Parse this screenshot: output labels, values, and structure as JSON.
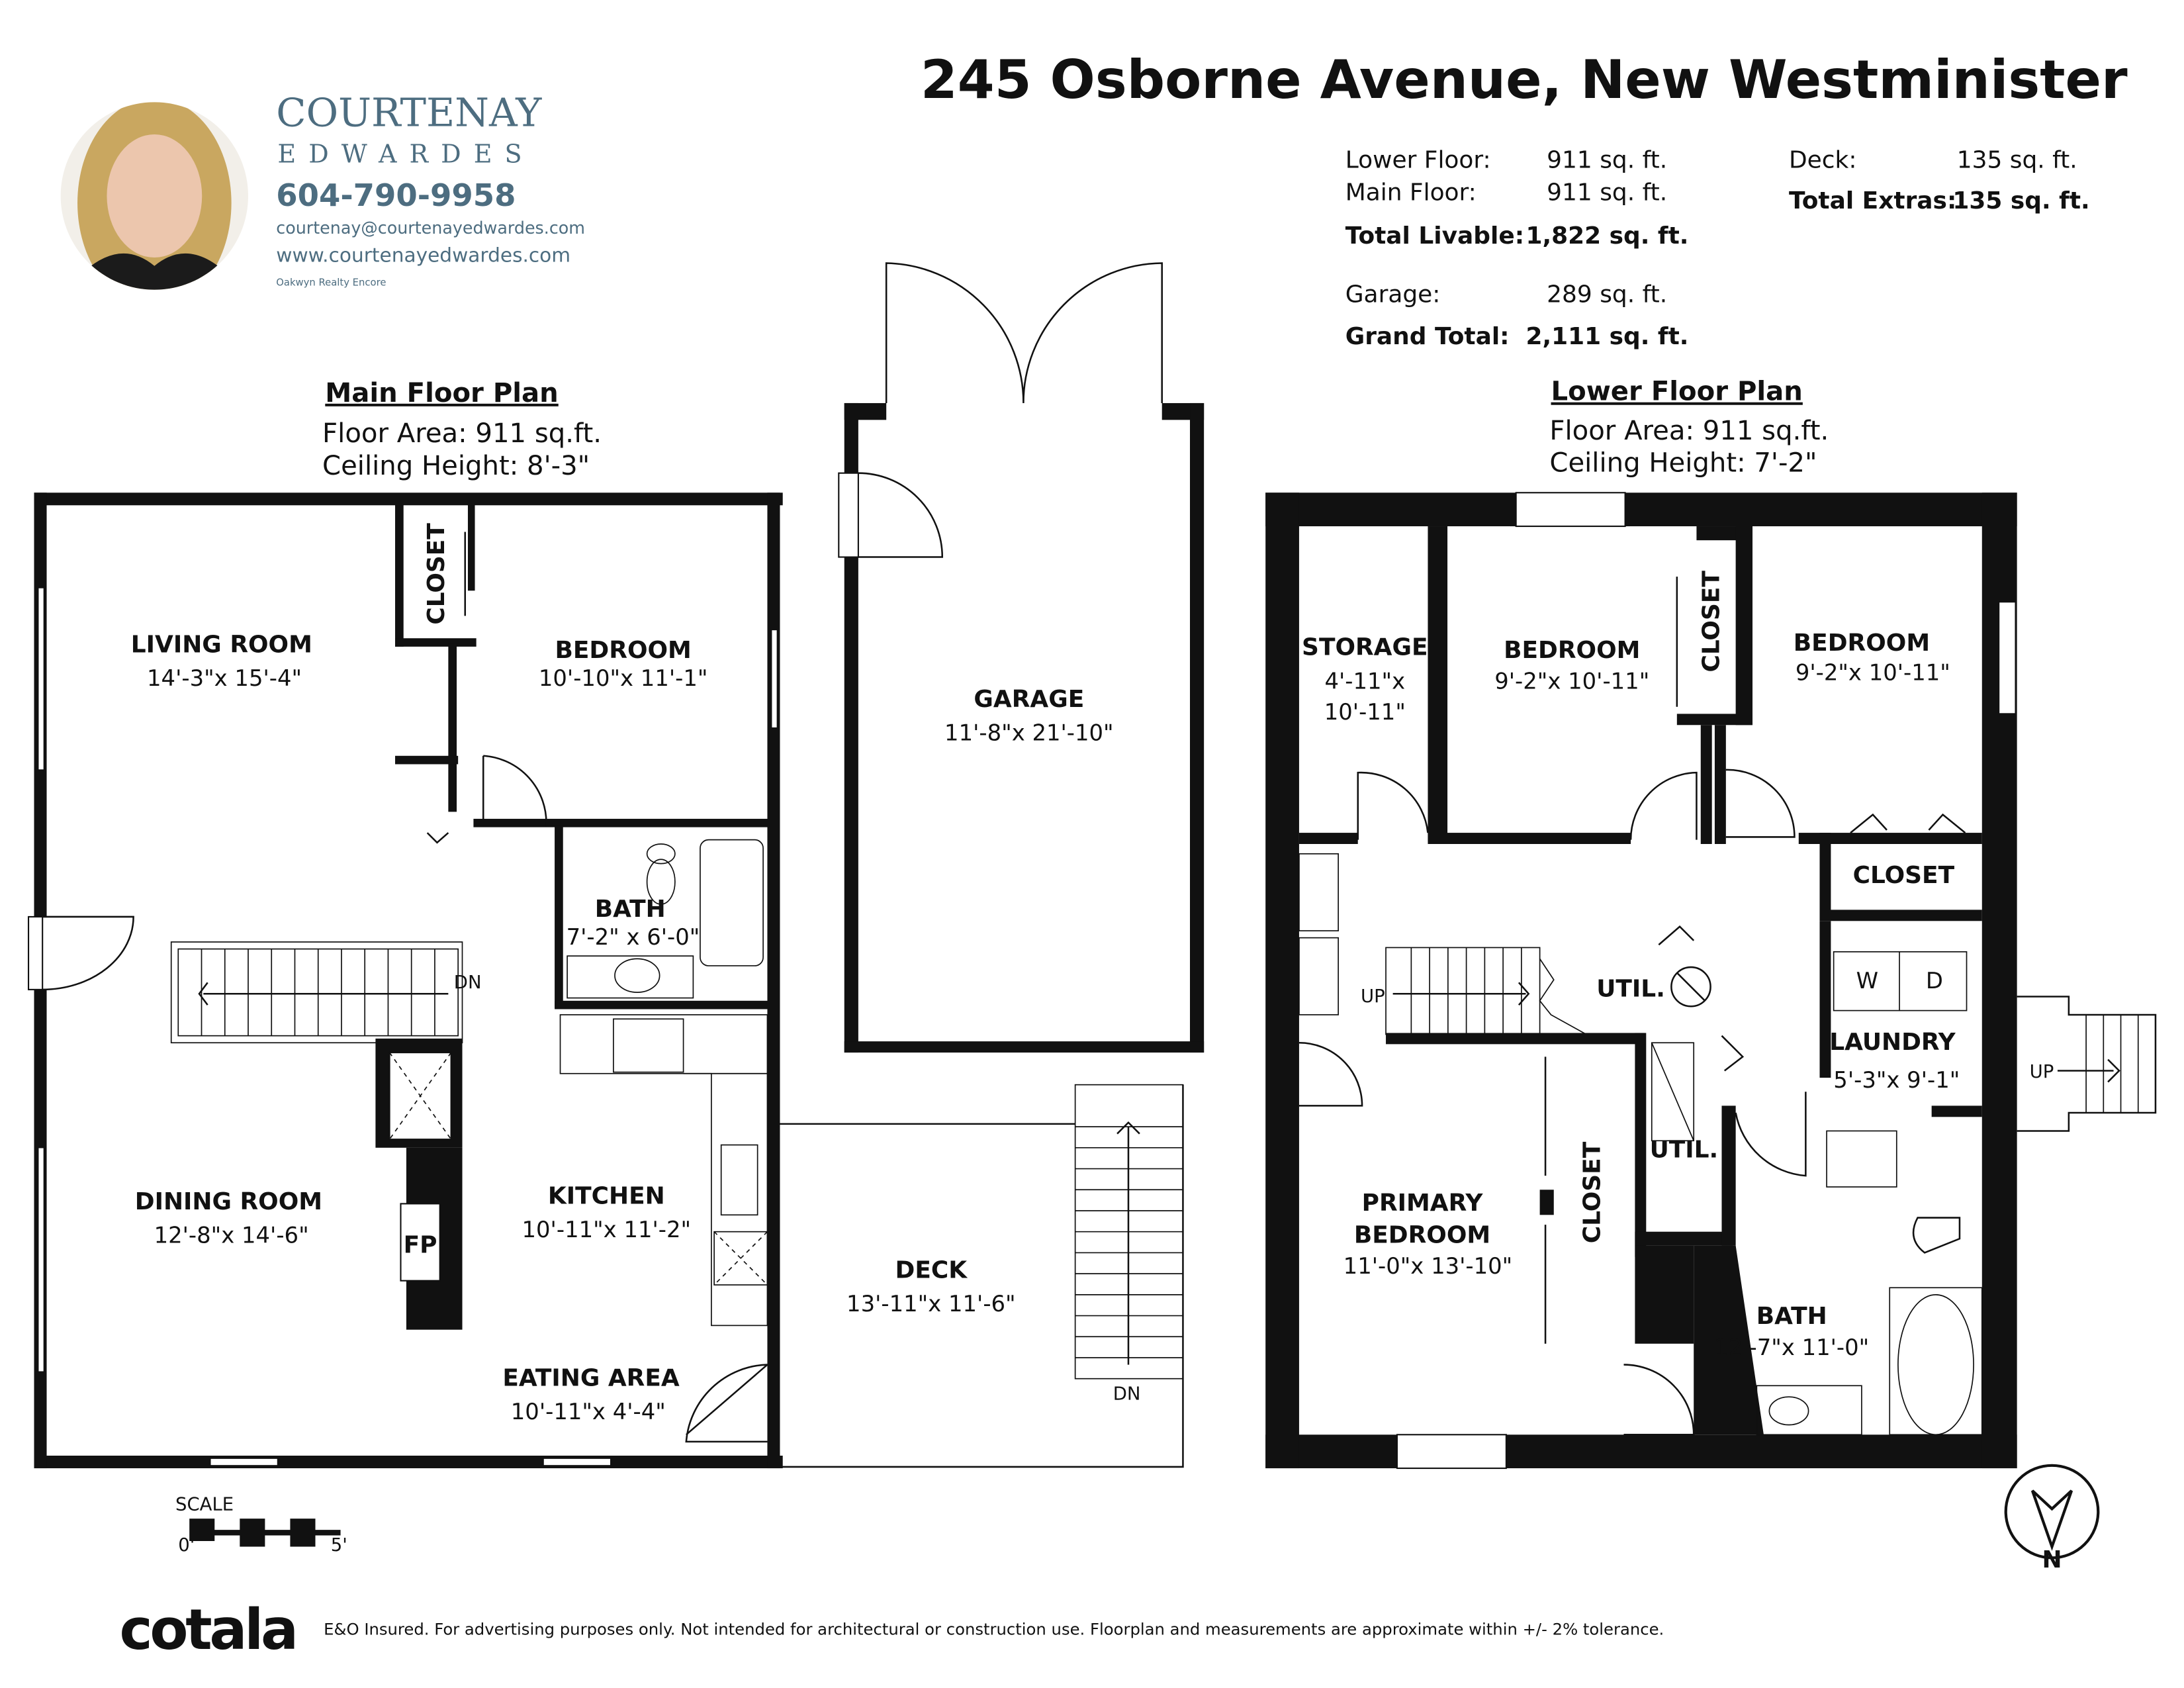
{
  "title": "245 Osborne Avenue, New Westminister",
  "agent": {
    "name_first": "COURTENAY",
    "name_last": "EDWARDES",
    "phone": "604-790-9958",
    "email": "courtenay@courtenayedwardes.com",
    "website": "www.courtenayedwardes.com",
    "brokerage": "Oakwyn Realty Encore",
    "brand_color": "#4d6d80"
  },
  "summary": {
    "lower_label": "Lower Floor:",
    "lower_value": "911 sq. ft.",
    "main_label": "Main Floor:",
    "main_value": "911 sq. ft.",
    "livable_label": "Total Livable:",
    "livable_value": "1,822 sq. ft.",
    "garage_label": "Garage:",
    "garage_value": "289 sq. ft.",
    "grand_label": "Grand Total:",
    "grand_value": "2,111 sq. ft.",
    "deck_label": "Deck:",
    "deck_value": "135 sq. ft.",
    "extras_label": "Total Extras:",
    "extras_value": "135 sq. ft."
  },
  "main_floor": {
    "heading": "Main Floor Plan",
    "area": "Floor Area: 911 sq.ft.",
    "ceiling": "Ceiling Height: 8'-3\"",
    "rooms": [
      {
        "name": "LIVING ROOM",
        "dim": "14'-3\"x 15'-4\""
      },
      {
        "name": "CLOSET",
        "dim": ""
      },
      {
        "name": "BEDROOM",
        "dim": "10'-10\"x 11'-1\""
      },
      {
        "name": "BATH",
        "dim": "7'-2\" x 6'-0\""
      },
      {
        "name": "DINING ROOM",
        "dim": "12'-8\"x 14'-6\""
      },
      {
        "name": "FP",
        "dim": ""
      },
      {
        "name": "KITCHEN",
        "dim": "10'-11\"x 11'-2\""
      },
      {
        "name": "EATING AREA",
        "dim": "10'-11\"x 4'-4\""
      },
      {
        "name": "GARAGE",
        "dim": "11'-8\"x 21'-10\""
      },
      {
        "name": "DECK",
        "dim": "13'-11\"x 11'-6\""
      }
    ],
    "stair_dn": "DN",
    "deck_dn": "DN"
  },
  "lower_floor": {
    "heading": "Lower Floor Plan",
    "area": "Floor Area: 911 sq.ft.",
    "ceiling": "Ceiling Height: 7'-2\"",
    "rooms": [
      {
        "name": "STORAGE",
        "dim1": "4'-11\"x",
        "dim2": "10'-11\""
      },
      {
        "name": "BEDROOM",
        "dim": "9'-2\"x 10'-11\""
      },
      {
        "name": "CLOSET",
        "dim": ""
      },
      {
        "name": "BEDROOM",
        "dim": "9'-2\"x 10'-11\""
      },
      {
        "name": "CLOSET",
        "dim": ""
      },
      {
        "name": "UTIL.",
        "dim": ""
      },
      {
        "name": "UTIL.",
        "dim": ""
      },
      {
        "name": "LAUNDRY",
        "dim": "5'-3\"x 9'-1\""
      },
      {
        "name": "PRIMARY",
        "name2": "BEDROOM",
        "dim": "11'-0\"x 13'-10\""
      },
      {
        "name": "CLOSET",
        "dim": ""
      },
      {
        "name": "BATH",
        "dim": "12'-7\"x 11'-0\""
      }
    ],
    "washer": "W",
    "dryer": "D",
    "stair_up": "UP",
    "ext_up": "UP"
  },
  "scale": {
    "label": "SCALE",
    "start": "0'",
    "end": "5'"
  },
  "north": "N",
  "footer": {
    "logo": "cotala",
    "disclaimer": "E&O Insured. For advertising purposes only. Not intended for architectural or construction use. Floorplan and measurements are approximate within +/- 2% tolerance."
  }
}
